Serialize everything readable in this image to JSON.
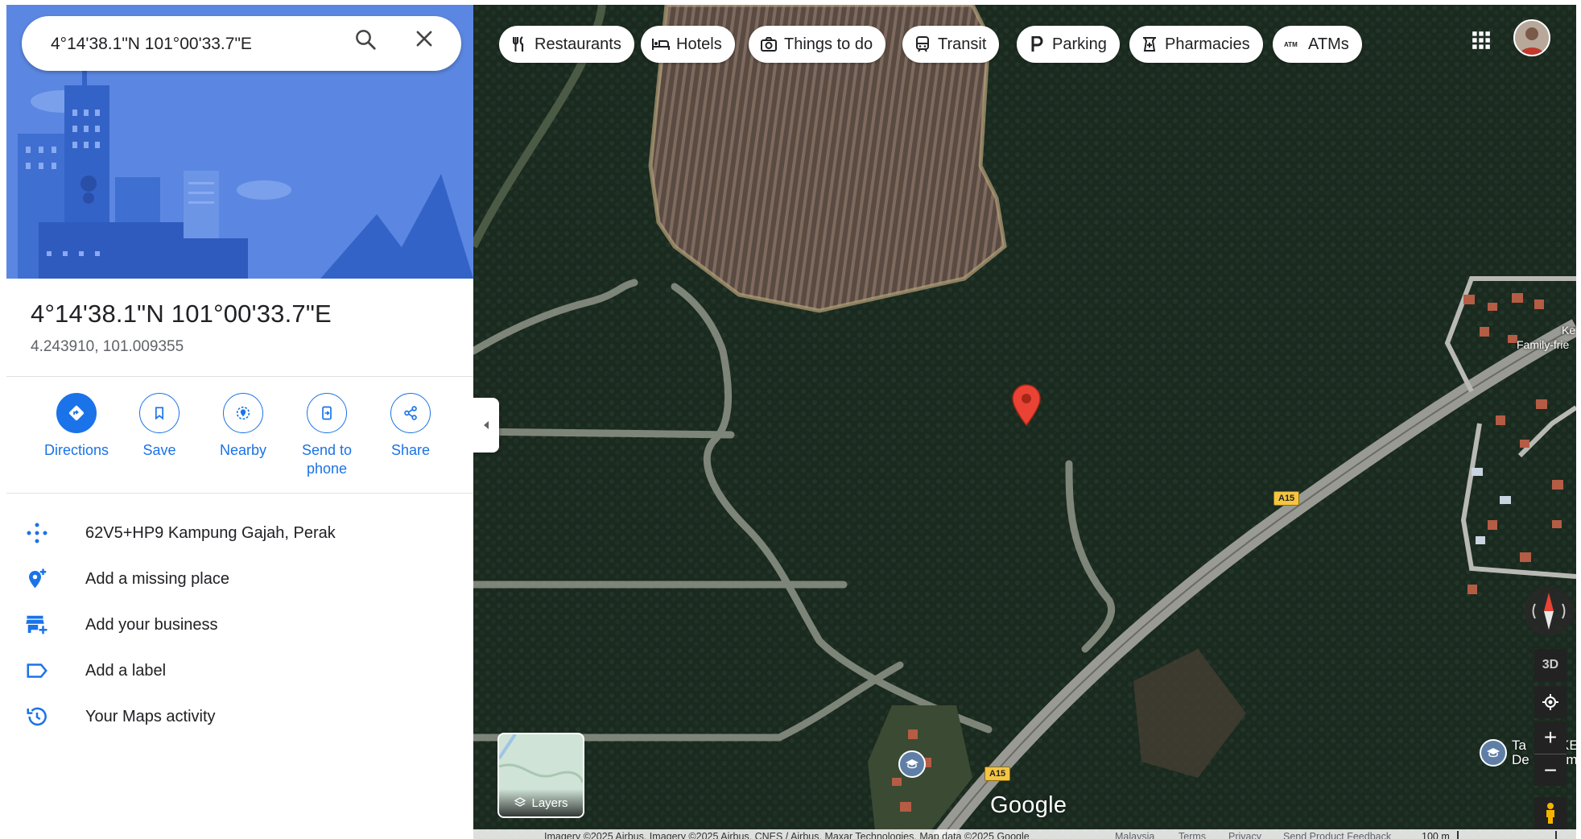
{
  "search": {
    "value": "4°14'38.1\"N 101°00'33.7\"E",
    "search_icon": "search-icon",
    "close_icon": "close-icon"
  },
  "place": {
    "title": "4°14'38.1\"N 101°00'33.7\"E",
    "coordinates": "4.243910, 101.009355"
  },
  "actions": [
    {
      "label": "Directions",
      "icon": "directions-icon"
    },
    {
      "label": "Save",
      "icon": "bookmark-icon"
    },
    {
      "label": "Nearby",
      "icon": "nearby-icon"
    },
    {
      "label": "Send to phone",
      "label_line1": "Send to",
      "label_line2": "phone",
      "icon": "send-to-phone-icon"
    },
    {
      "label": "Share",
      "icon": "share-icon"
    }
  ],
  "info": [
    {
      "text": "62V5+HP9 Kampung Gajah, Perak",
      "icon": "plus-code-icon"
    },
    {
      "text": "Add a missing place",
      "icon": "add-place-icon"
    },
    {
      "text": "Add your business",
      "icon": "add-business-icon"
    },
    {
      "text": "Add a label",
      "icon": "label-icon"
    },
    {
      "text": "Your Maps activity",
      "icon": "history-icon"
    }
  ],
  "chips": [
    {
      "label": "Restaurants",
      "icon": "restaurant-icon"
    },
    {
      "label": "Hotels",
      "icon": "hotel-icon"
    },
    {
      "label": "Things to do",
      "icon": "camera-icon"
    },
    {
      "label": "Transit",
      "icon": "transit-icon"
    },
    {
      "label": "Parking",
      "icon": "parking-icon"
    },
    {
      "label": "Pharmacies",
      "icon": "pharmacy-icon"
    },
    {
      "label": "ATMs",
      "icon": "atm-icon"
    }
  ],
  "map": {
    "layers_label": "Layers",
    "logo": "Google",
    "view_3d": "3D",
    "zoom_in": "+",
    "zoom_out": "−",
    "road_label_1": "A15",
    "road_label_2": "A15",
    "poi_right_1": "Ke",
    "poi_right_2": "Family-frie",
    "poi_bottom_right_1": "Ta",
    "poi_bottom_right_2": "KE",
    "poi_bottom_right_3": "De",
    "poi_bottom_right_4": "Am"
  },
  "attribution": {
    "imagery": "Imagery ©2025 Airbus, Imagery ©2025 Airbus, CNES / Airbus, Maxar Technologies, Map data ©2025 Google",
    "country": "Malaysia",
    "terms": "Terms",
    "privacy": "Privacy",
    "feedback": "Send Product Feedback",
    "scale": "100 m"
  },
  "colors": {
    "accent": "#1a73e8",
    "hero_bg": "#5b87e2",
    "pin": "#ea4335"
  }
}
